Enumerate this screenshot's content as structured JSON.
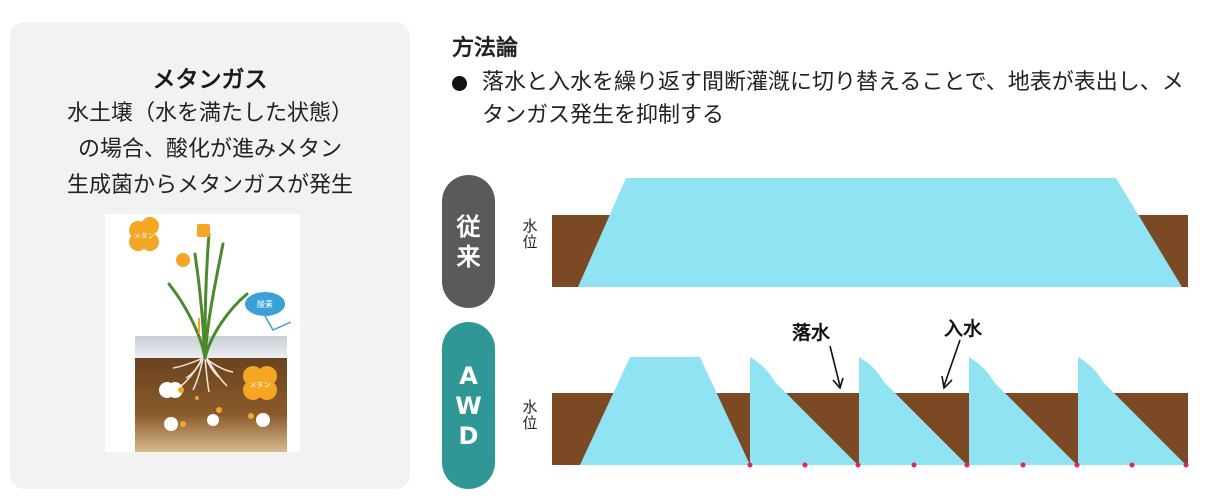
{
  "left_panel": {
    "title": "メタンガス",
    "lines": [
      "水土壌（水を満たした状態）",
      "の場合、酸化が進みメタン",
      "生成菌からメタンガスが発生"
    ],
    "illustration": {
      "methane_label_1": "メタン",
      "methane_label_2": "メタン",
      "oxygen_label": "酸素"
    }
  },
  "method": {
    "title": "方法論",
    "bullet": "落水と入水を繰り返す間断灌漑に切り替えることで、地表が表出し、メタンガス発生を抑制する"
  },
  "conventional": {
    "label_chars": [
      "従",
      "来"
    ],
    "water_level_chars": [
      "水",
      "位"
    ]
  },
  "awd": {
    "label_chars": [
      "A",
      "W",
      "D"
    ],
    "water_level_chars": [
      "水",
      "位"
    ],
    "drain_label": "落水",
    "flood_label": "入水"
  },
  "colors": {
    "soil": "#7b4a24",
    "water": "#8fe3f2",
    "conventional_pill": "#5a5a5a",
    "awd_pill": "#2f9896",
    "panel_bg": "#f2f2f2",
    "marker": "#e0245e"
  }
}
